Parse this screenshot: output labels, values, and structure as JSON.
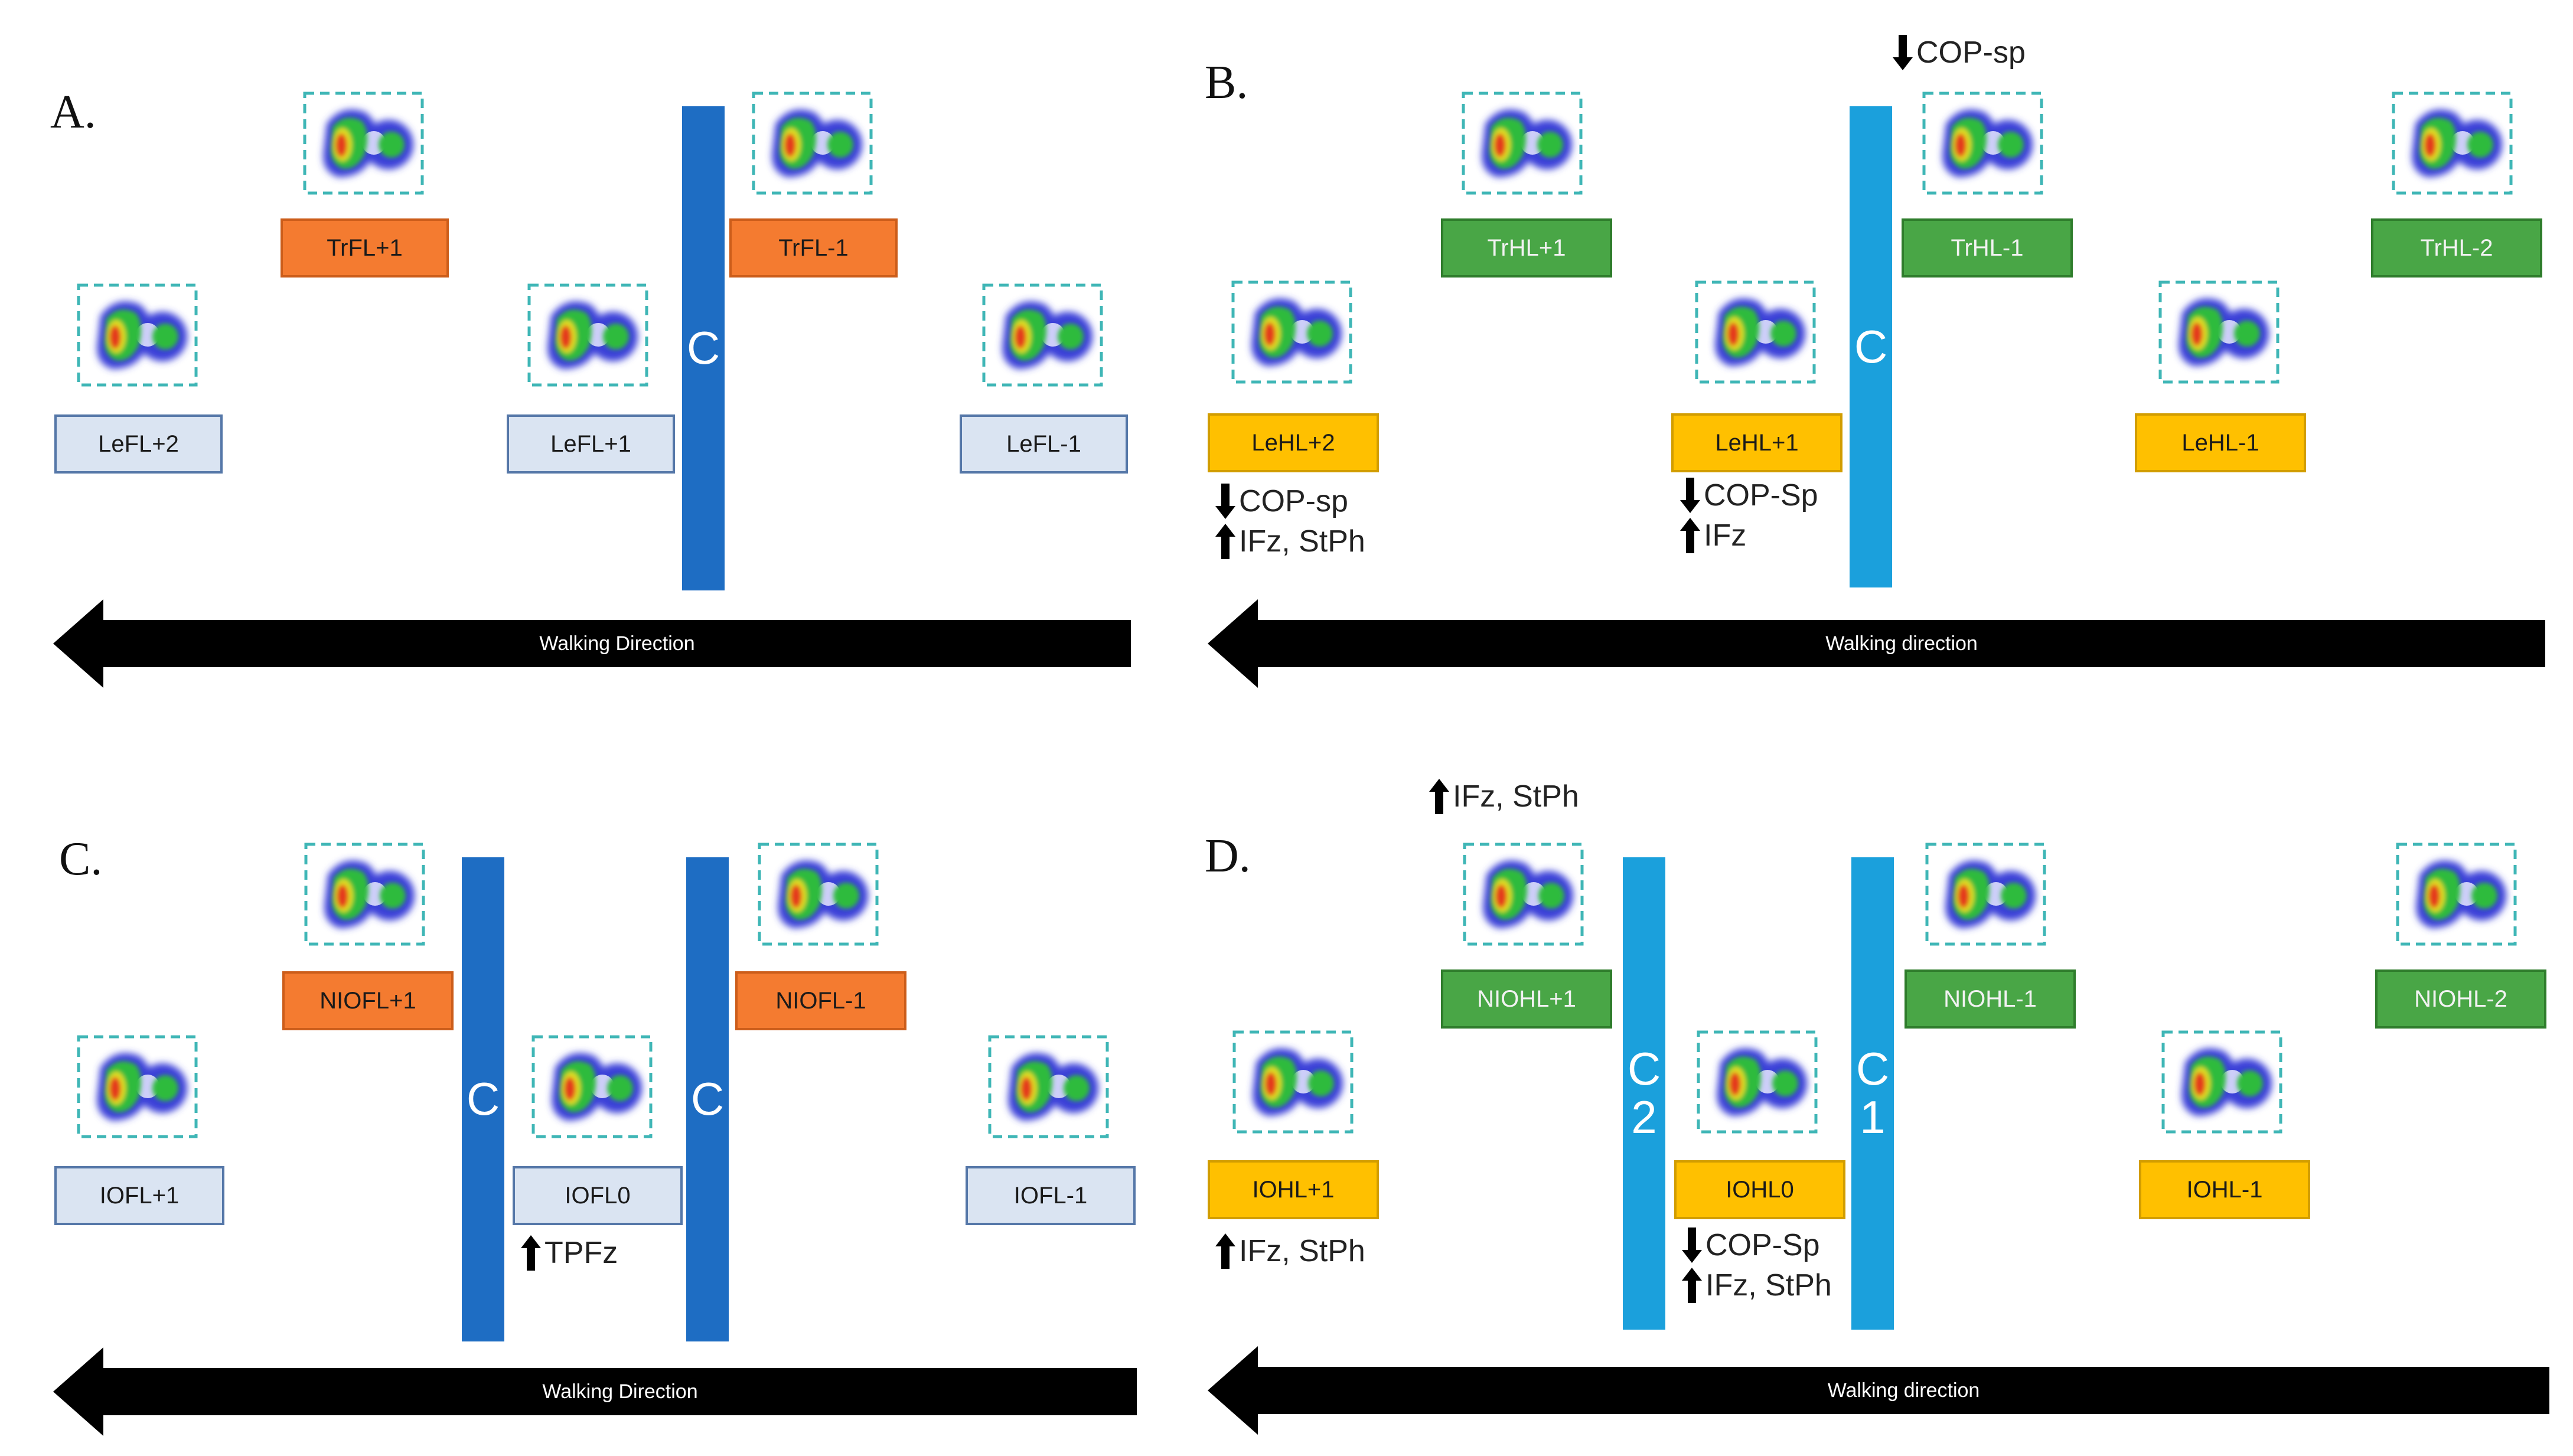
{
  "panels": {
    "a": {
      "letter": "A.",
      "labels": [
        "TrFL+1",
        "TrFL-1",
        "LeFL+2",
        "LeFL+1",
        "LeFL-1"
      ],
      "crossing": "C",
      "walking": "Walking Direction"
    },
    "b": {
      "letter": "B.",
      "labels": [
        "TrHL+1",
        "TrHL-1",
        "TrHL-2",
        "LeHL+2",
        "LeHL+1",
        "LeHL-1"
      ],
      "crossing": "C",
      "notes": {
        "top": [
          "COP-sp"
        ],
        "lehl2": [
          "COP-sp",
          "IFz, StPh"
        ],
        "lehl1": [
          "COP-Sp",
          "IFz"
        ]
      },
      "walking": "Walking direction"
    },
    "c": {
      "letter": "C.",
      "labels": [
        "NIOFL+1",
        "NIOFL-1",
        "IOFL+1",
        "IOFL0",
        "IOFL-1"
      ],
      "crossings": [
        "C",
        "C"
      ],
      "notes": {
        "iofl0": [
          "TPFz"
        ]
      },
      "walking": "Walking Direction"
    },
    "d": {
      "letter": "D.",
      "labels": [
        "NIOHL+1",
        "NIOHL-1",
        "NIOHL-2",
        "IOHL+1",
        "IOHL0",
        "IOHL-1"
      ],
      "crossings": [
        [
          "C",
          "2"
        ],
        [
          "C",
          "1"
        ]
      ],
      "notes": {
        "top": [
          "IFz, StPh"
        ],
        "iohl1": [
          "IFz, StPh"
        ],
        "iohl0": [
          "COP-Sp",
          "IFz, StPh"
        ]
      },
      "walking": "Walking direction"
    }
  },
  "colors": {
    "crossing_dark": "#1e6dc3",
    "crossing_light": "#1ba0dc",
    "label_blue": "#dae4f2",
    "label_orange": "#f47b30",
    "label_green": "#49a646",
    "label_yellow": "#ffc000",
    "arrow": "#000000"
  },
  "icons": {
    "up": "arrow-up-icon",
    "down": "arrow-down-icon",
    "pressure": "pressure-heatmap-icon"
  }
}
